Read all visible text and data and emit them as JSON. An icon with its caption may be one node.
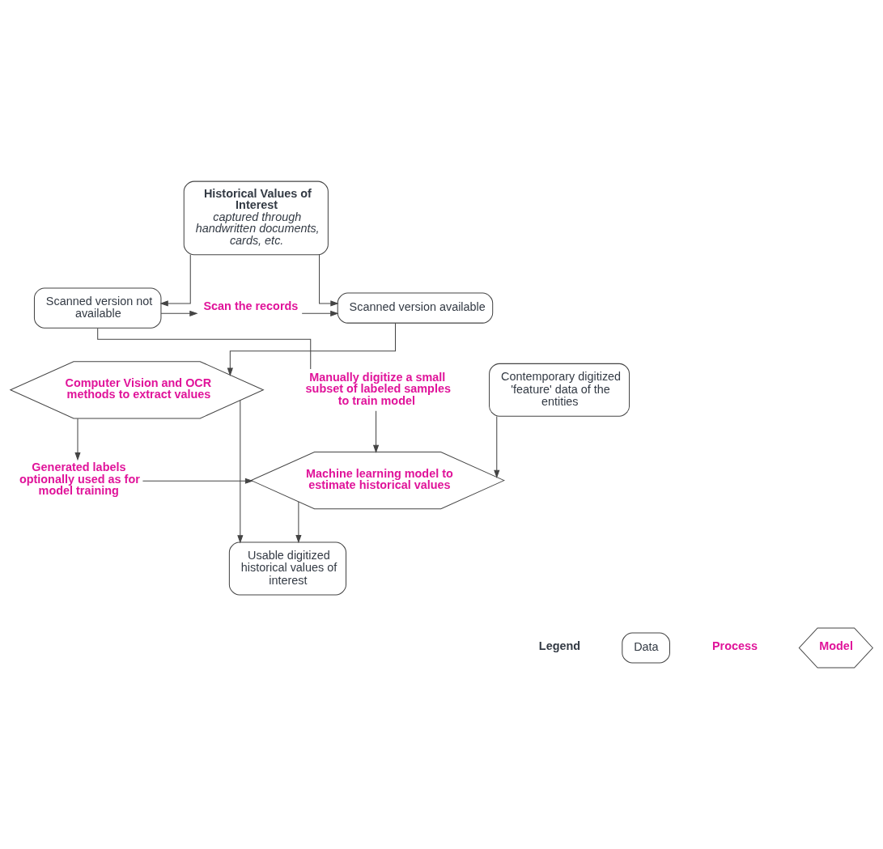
{
  "diagram": {
    "nodes": [
      {
        "text": [
          "Historical Values of Interest",
          "captured through handwritten documents, cards, etc."
        ]
      },
      {
        "text": [
          "Contemporary digitized 'feature' data of the entities"
        ]
      },
      {
        "text": [
          "Scanned version available"
        ]
      },
      {
        "text": [
          "Scan the records"
        ]
      },
      {
        "text": [
          "Scanned version not available"
        ]
      },
      {
        "text": [
          "Computer Vision and OCR methods to extract values"
        ]
      },
      {
        "text": [
          "Manually digitize a small subset of labeled samples to train model"
        ]
      },
      {
        "text": [
          "Generated labels optionally used as for model training"
        ]
      },
      {
        "text": [
          "Machine learning model to estimate historical values"
        ]
      },
      {
        "text": [
          "Usable digitized historical values of interest"
        ]
      }
    ],
    "edges": [
      {
        "from": 0,
        "to": 2,
        "arrow": "to"
      },
      {
        "from": 0,
        "to": 4,
        "arrow": "to"
      },
      {
        "from": 4,
        "to": 3,
        "arrow": "to"
      },
      {
        "from": 3,
        "to": 2,
        "arrow": "to"
      },
      {
        "from": 2,
        "to": 5,
        "arrow": "to"
      },
      {
        "from": 4,
        "to": 6,
        "arrow": "none"
      },
      {
        "from": 6,
        "to": 8,
        "arrow": "to"
      },
      {
        "from": 5,
        "to": 7,
        "arrow": "to"
      },
      {
        "from": 7,
        "to": 8,
        "arrow": "to"
      },
      {
        "from": 1,
        "to": 8,
        "arrow": "to"
      },
      {
        "from": 5,
        "to": 9,
        "arrow": "to"
      },
      {
        "from": 8,
        "to": 9,
        "arrow": "to"
      }
    ],
    "labels": [
      "Legend"
    ],
    "legend": [
      {
        "text": "Data"
      },
      {
        "text": "Process"
      },
      {
        "text": "Model"
      }
    ]
  }
}
